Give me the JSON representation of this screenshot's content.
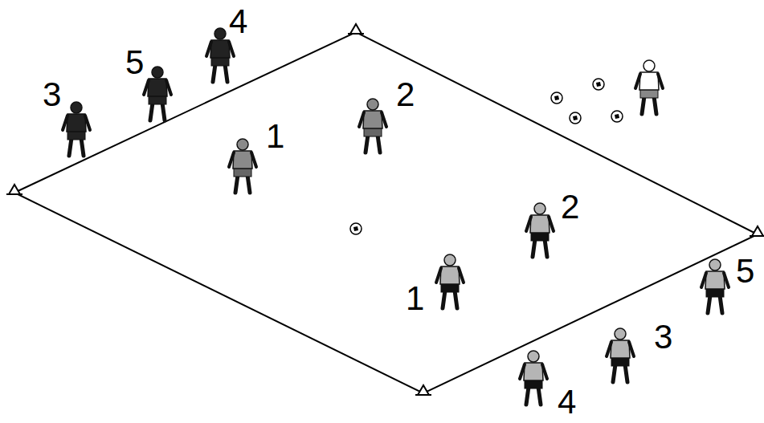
{
  "diagram": {
    "labels": [
      "4",
      "5",
      "3",
      "2",
      "1",
      "2",
      "5",
      "1",
      "3",
      "4"
    ]
  }
}
